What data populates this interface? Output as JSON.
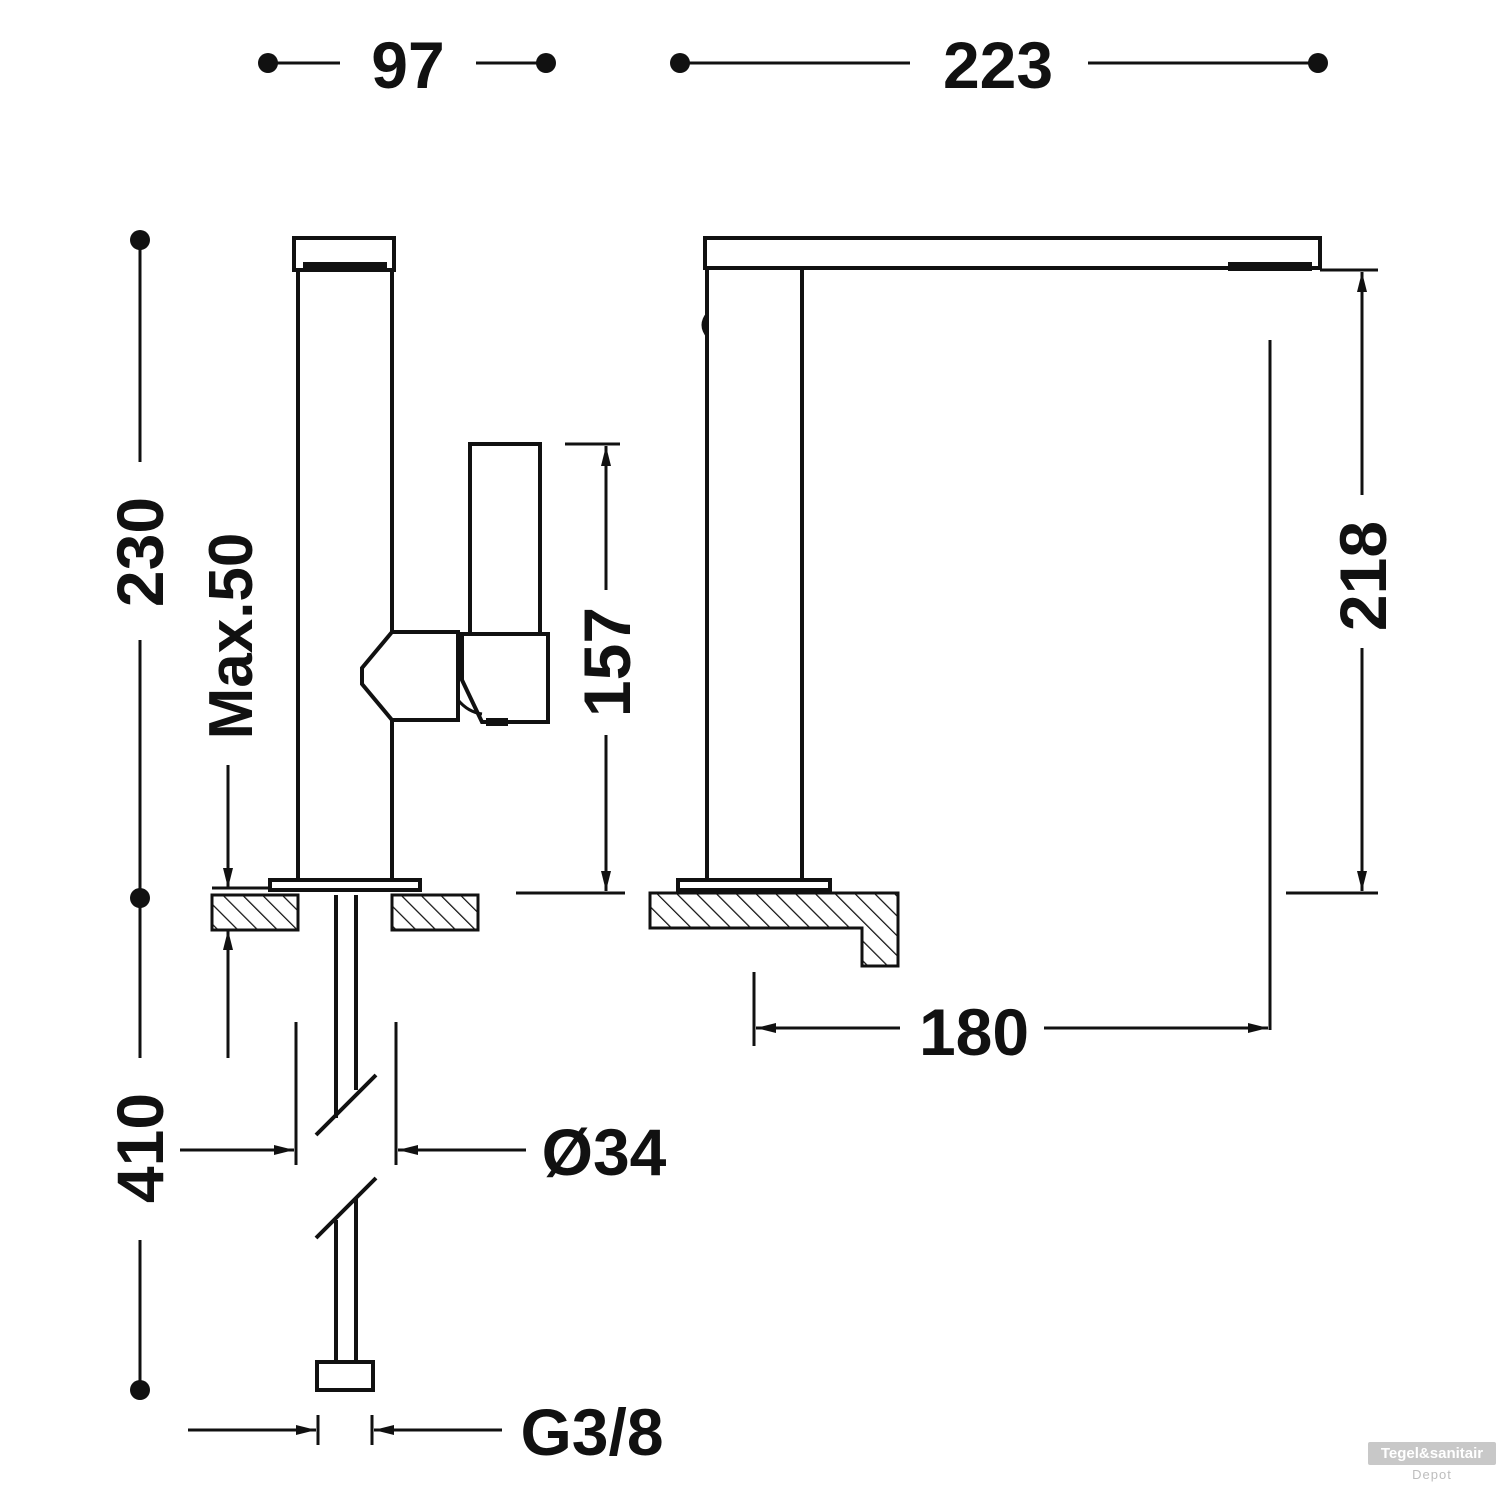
{
  "dimensions": {
    "width_side": "97",
    "width_front": "223",
    "height_total": "230",
    "max_counter": "Max.50",
    "handle_height": "157",
    "spout_height": "218",
    "spout_reach": "180",
    "hole_diameter": "Ø34",
    "under_length": "410",
    "thread": "G3/8"
  },
  "watermark": {
    "line1": "Tegel&sanitair",
    "line2": "Depot"
  }
}
